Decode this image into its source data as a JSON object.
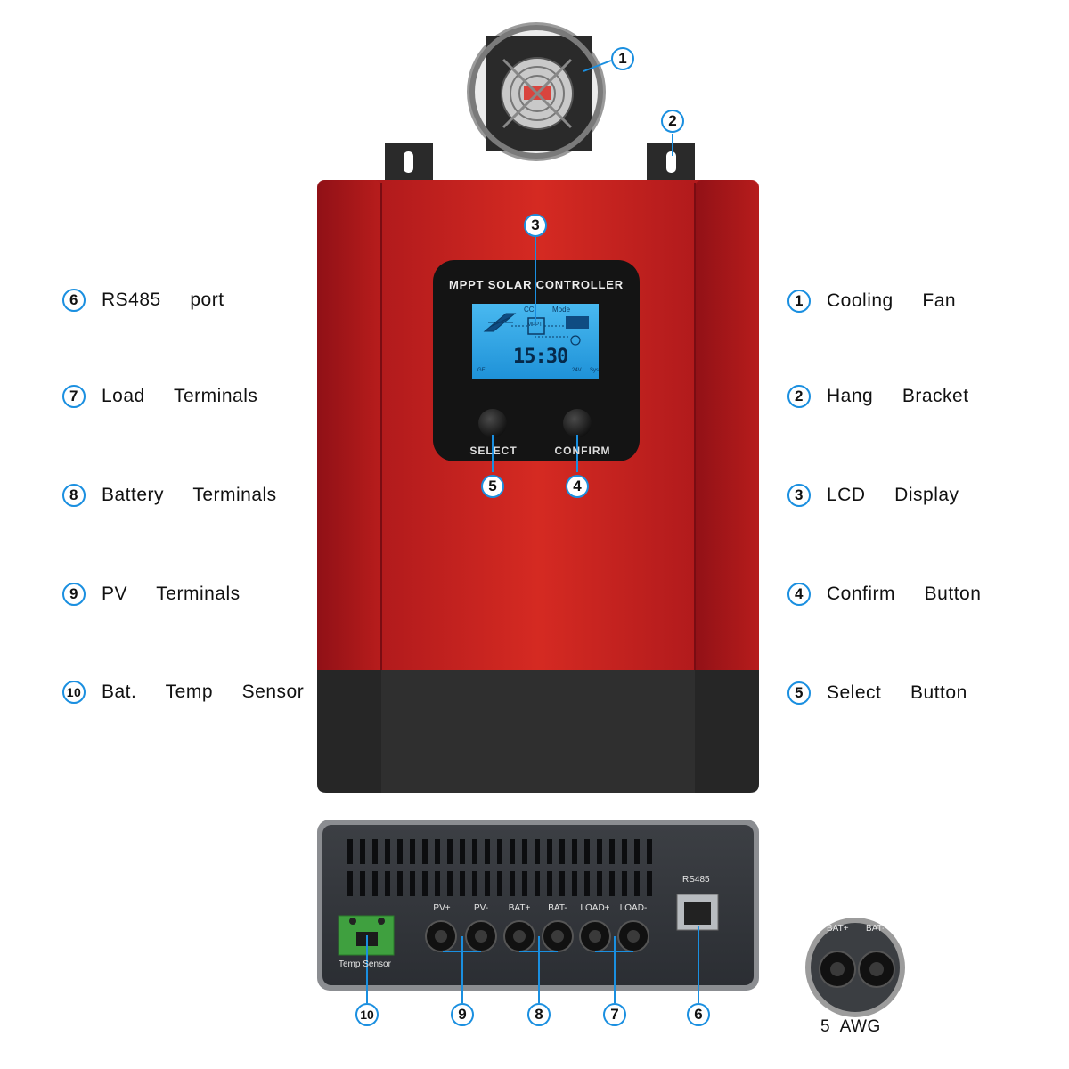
{
  "legend_left": [
    {
      "num": "6",
      "label": "RS485  port"
    },
    {
      "num": "7",
      "label": "Load  Terminals"
    },
    {
      "num": "8",
      "label": "Battery  Terminals"
    },
    {
      "num": "9",
      "label": "PV  Terminals"
    },
    {
      "num": "10",
      "label": "Bat.  Temp  Sensor"
    }
  ],
  "legend_right": [
    {
      "num": "1",
      "label": "Cooling  Fan"
    },
    {
      "num": "2",
      "label": "Hang  Bracket"
    },
    {
      "num": "3",
      "label": "LCD  Display"
    },
    {
      "num": "4",
      "label": "Confirm  Button"
    },
    {
      "num": "5",
      "label": "Select  Button"
    }
  ],
  "device": {
    "panel_title": "MPPT SOLAR CONTROLLER",
    "lcd_time": "15:30",
    "lcd_cc": "CC",
    "lcd_mode": "Mode",
    "lcd_mppt": "MPPT",
    "lcd_gel": "GEL",
    "lcd_volt": "24V",
    "lcd_sys": "Sys",
    "select_label": "SELECT",
    "confirm_label": "CONFIRM",
    "body_color": "#c0201c",
    "base_color": "#2b2b2b",
    "lcd_color": "#2aa8ea"
  },
  "bottom_panel": {
    "rs485_label": "RS485",
    "terminals": [
      "PV+",
      "PV-",
      "BAT+",
      "BAT-",
      "LOAD+",
      "LOAD-"
    ],
    "temp_sensor_label": "Temp Sensor"
  },
  "zoom_inset": {
    "labels": [
      "BAT+",
      "BAT-"
    ],
    "caption": "5  AWG"
  },
  "callouts": [
    "1",
    "2",
    "3",
    "4",
    "5",
    "6",
    "7",
    "8",
    "9",
    "10"
  ]
}
